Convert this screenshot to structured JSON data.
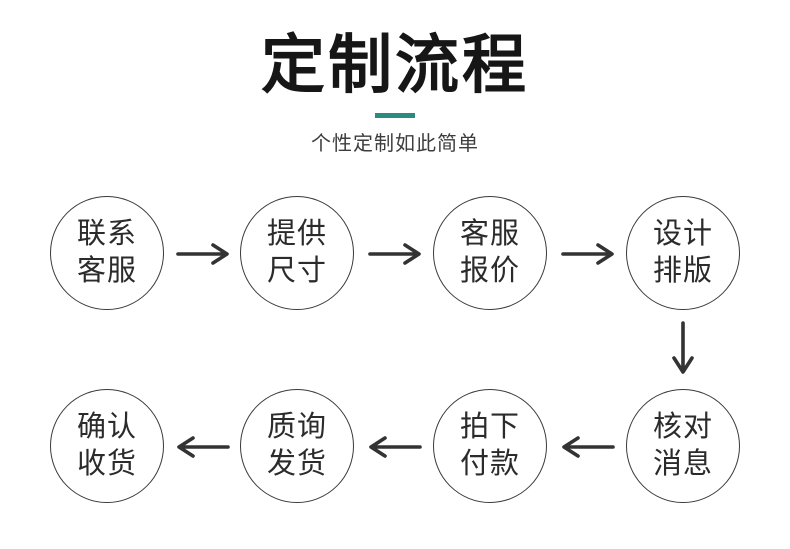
{
  "header": {
    "title": "定制流程",
    "subtitle": "个性定制如此简单"
  },
  "accent_color": "#2b8c7e",
  "steps": [
    {
      "line1": "联系",
      "line2": "客服"
    },
    {
      "line1": "提供",
      "line2": "尺寸"
    },
    {
      "line1": "客服",
      "line2": "报价"
    },
    {
      "line1": "设计",
      "line2": "排版"
    },
    {
      "line1": "核对",
      "line2": "消息"
    },
    {
      "line1": "拍下",
      "line2": "付款"
    },
    {
      "line1": "质询",
      "line2": "发货"
    },
    {
      "line1": "确认",
      "line2": "收货"
    }
  ]
}
